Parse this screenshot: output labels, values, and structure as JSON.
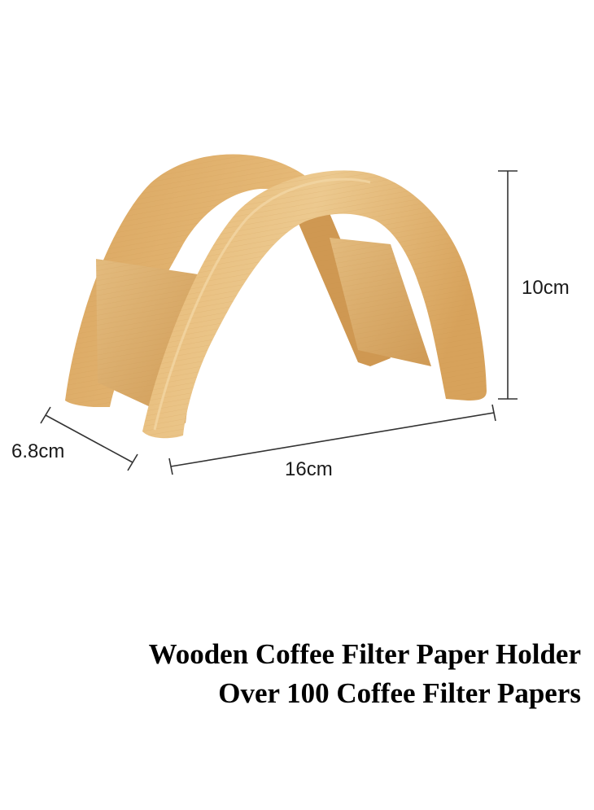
{
  "dimensions": {
    "height": "10cm",
    "depth": "6.8cm",
    "width": "16cm"
  },
  "caption": {
    "line1": "Wooden Coffee Filter Paper Holder",
    "line2": "Over 100 Coffee Filter Papers"
  },
  "colors": {
    "wood_light": "#e9c282",
    "wood_mid": "#d9a45c",
    "wood_dark": "#b9823c",
    "dimension_line": "#333333",
    "caption_text": "#000000"
  }
}
